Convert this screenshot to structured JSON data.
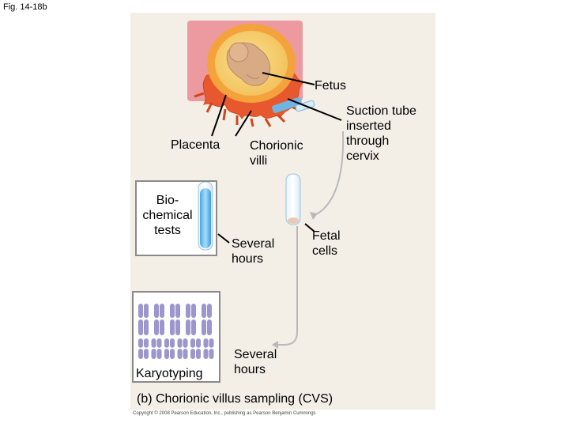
{
  "figure_id": "Fig. 14-18b",
  "labels": {
    "fetus": "Fetus",
    "suction_tube": [
      "Suction tube",
      "inserted",
      "through",
      "cervix"
    ],
    "placenta": "Placenta",
    "chorionic_villi": [
      "Chorionic",
      "villi"
    ],
    "biochemical_tests": [
      "Bio-",
      "chemical",
      "tests"
    ],
    "several_hours_1": [
      "Several",
      "hours"
    ],
    "fetal_cells": [
      "Fetal",
      "cells"
    ],
    "karyotyping": "Karyotyping",
    "several_hours_2": [
      "Several",
      "hours"
    ]
  },
  "caption": "(b) Chorionic villus sampling (CVS)",
  "copyright": "Copyright © 2008 Pearson Education, Inc., publishing as Pearson Benjamin Cummings",
  "colors": {
    "panel_bg": "#f3efe7",
    "villi": "#e8582e",
    "fetus": "#d9ab85",
    "tube_fluid": "#7ec4ef",
    "chromosome": "#9c96cc"
  }
}
